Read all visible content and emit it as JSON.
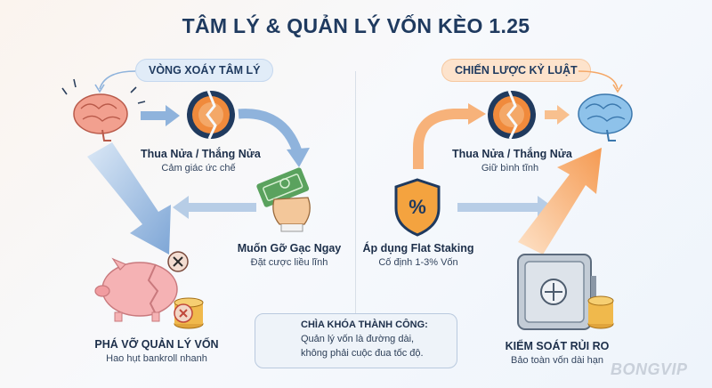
{
  "title": "TÂM LÝ & QUẢN LÝ VỐN KÈO 1.25",
  "left_panel": {
    "header": "VÒNG XOÁY TÂM LÝ",
    "step1": {
      "title": "Thua Nửa / Thắng Nửa",
      "subtitle": "Cảm giác ức chế"
    },
    "step2": {
      "title": "Muốn Gỡ Gạc Ngay",
      "subtitle": "Đặt cược liều lĩnh"
    },
    "step3": {
      "title": "PHÁ VỠ QUẢN LÝ VỐN",
      "subtitle": "Hao hụt bankroll nhanh"
    }
  },
  "right_panel": {
    "header": "CHIẾN LƯỢC KỶ LUẬT",
    "step1": {
      "title": "Thua Nửa / Thắng Nửa",
      "subtitle": "Giữ bình tĩnh"
    },
    "step2": {
      "title": "Áp dụng Flat Staking",
      "subtitle": "Cố định 1-3% Vốn"
    },
    "step3": {
      "title": "KIỂM SOÁT RỦI RO",
      "subtitle": "Bảo toàn vốn dài hạn"
    }
  },
  "key_box": {
    "title": "CHÌA KHÓA THÀNH CÔNG:",
    "line1": "Quản lý vốn là đường dài,",
    "line2": "không phải cuộc đua tốc độ."
  },
  "shield_symbol": "%",
  "brand": "BONGVIP",
  "colors": {
    "blue_arrow": "#8fb3dc",
    "orange_arrow": "#f5a867",
    "navy": "#1f3a5f",
    "pill_blue": "#e1ecf8",
    "pill_orange": "#fde3cc"
  }
}
